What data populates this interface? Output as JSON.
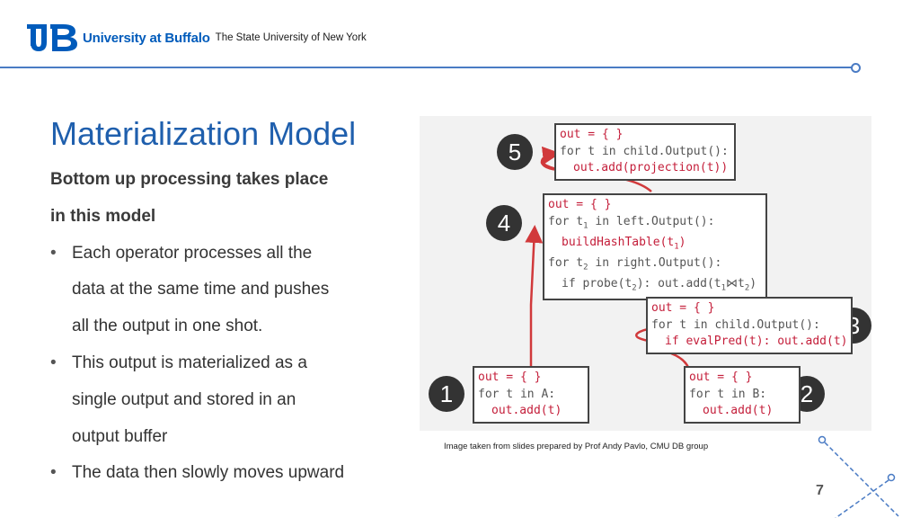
{
  "header": {
    "brand": "University at Buffalo",
    "subtitle": "The State University of New York"
  },
  "slide": {
    "title": "Materialization Model",
    "intro": [
      "Bottom up processing takes place",
      "in this model"
    ],
    "bullets": [
      [
        "Each operator processes all the",
        "data at the same time and pushes",
        "all the output in one shot."
      ],
      [
        "This output is materialized as a",
        "single output and stored in an",
        "output buffer"
      ],
      [
        "The data then slowly moves upward"
      ]
    ],
    "caption": "Image taken from slides prepared by Prof Andy Pavlo, CMU DB group",
    "page_number": "7"
  },
  "figure": {
    "steps": [
      "5",
      "4",
      "3",
      "1",
      "2"
    ],
    "box5": [
      "out = { }",
      "for t in child.Output():",
      "out.add(projection(t))"
    ],
    "box4": [
      "out = { }",
      "for t",
      "in left.Output():",
      "buildHashTable(t",
      ")",
      "for t",
      "in right.Output():",
      "if probe(t",
      "): out.add(t",
      "⋈",
      "t",
      ")"
    ],
    "box3": [
      "out = { }",
      "for t in child.Output():",
      "if evalPred(t): out.add(t)"
    ],
    "box1": [
      "out = { }",
      "for t in A:",
      "out.add(t)"
    ],
    "box2": [
      "out = { }",
      "for t in B:",
      "out.add(t)"
    ],
    "colors": {
      "accent": "#1f5fad",
      "arrow": "#d1393b",
      "rule": "#4a7bc4"
    }
  }
}
